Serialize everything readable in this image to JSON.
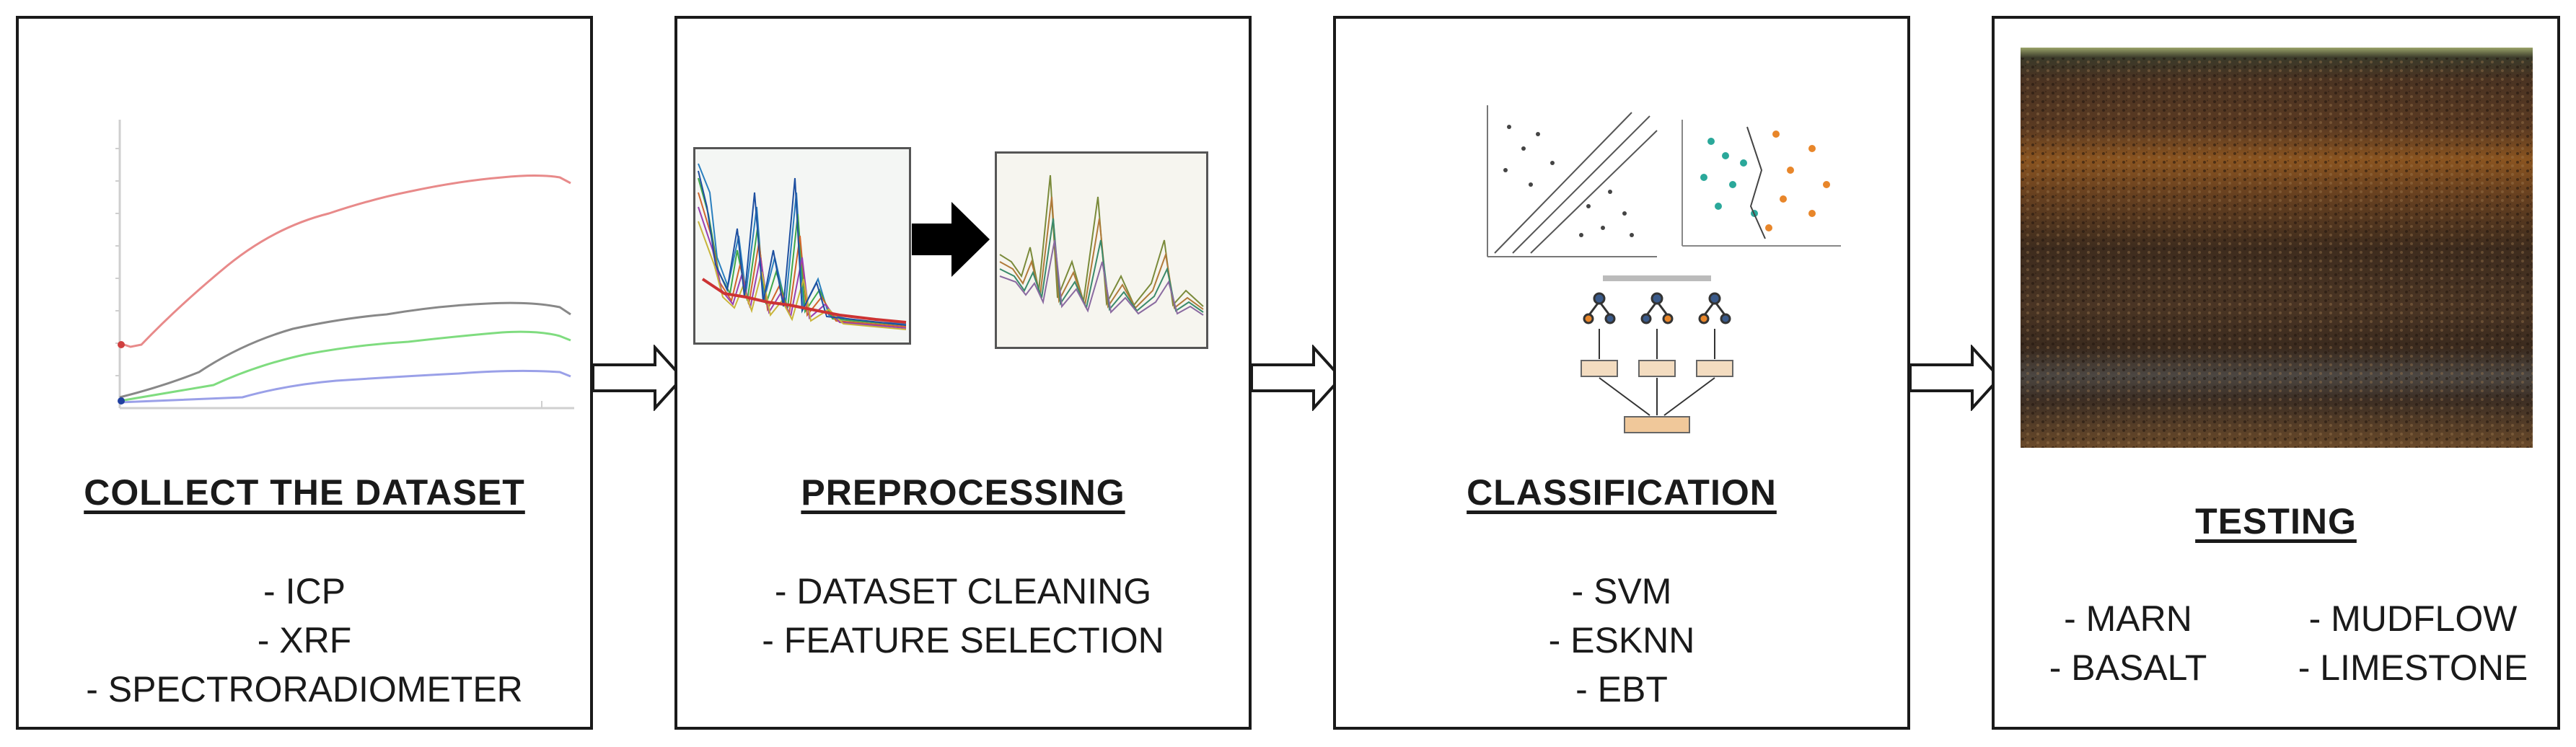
{
  "panels": [
    {
      "title": "COLLECT THE DATASET",
      "items": [
        "- ICP",
        "- XRF",
        "- SPECTRORADIOMETER"
      ]
    },
    {
      "title": "PREPROCESSING",
      "items": [
        "- DATASET CLEANING",
        "- FEATURE SELECTION"
      ]
    },
    {
      "title": "CLASSIFICATION",
      "items": [
        "- SVM",
        "- ESKNN",
        "- EBT"
      ]
    },
    {
      "title": "TESTING",
      "items_left": [
        "- MARN",
        "- BASALT"
      ],
      "items_right": [
        "- MUDFLOW",
        "- LIMESTONE"
      ]
    }
  ],
  "colors": {
    "border": "#1a1a1a",
    "spectrum_red": "#e88a8a",
    "spectrum_gray": "#888888",
    "spectrum_green": "#7fdc7f",
    "spectrum_blue": "#9aa0e8",
    "soil_dark": "#3b2a1d",
    "soil_orange": "#8a5420"
  },
  "icons": {
    "flow_arrow": "hollow-right-arrow",
    "process_arrow": "solid-right-arrow"
  }
}
